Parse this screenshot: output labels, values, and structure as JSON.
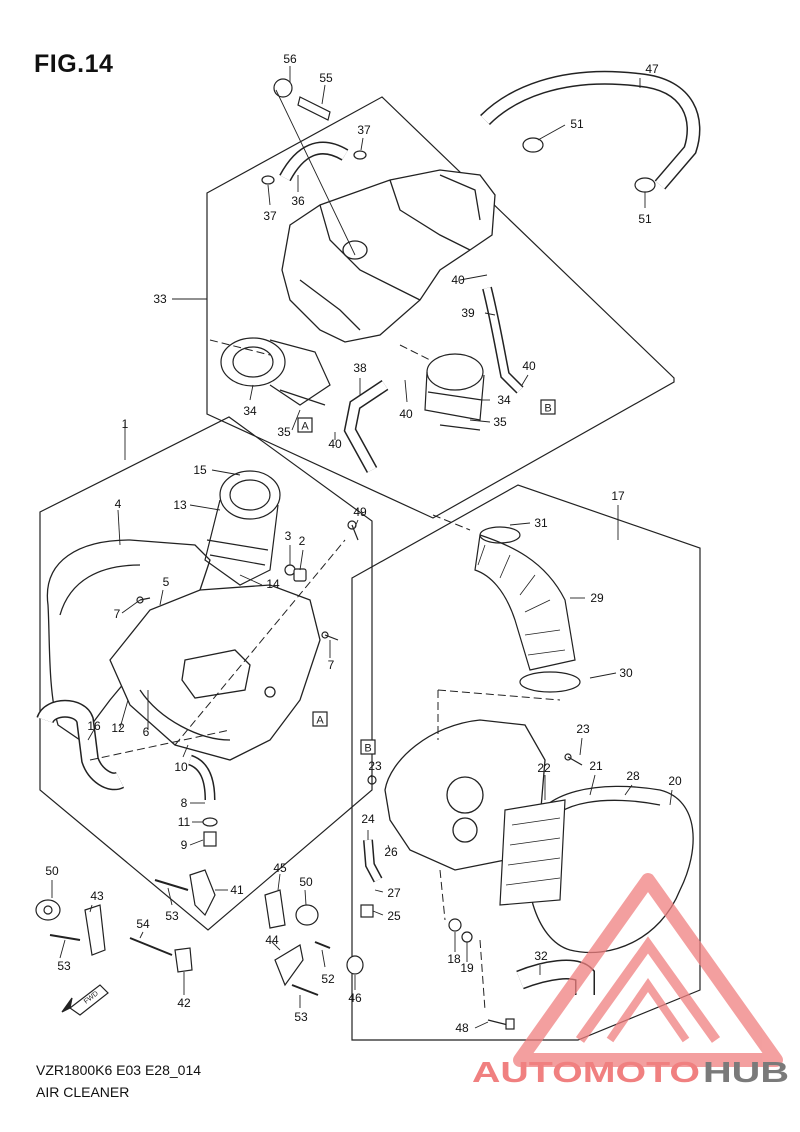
{
  "figure": {
    "title": "FIG.14",
    "code": "VZR1800K6 E03 E28_014",
    "name": "AIR CLEANER"
  },
  "watermark": {
    "part1": "AUTOMOTO",
    "part2": "HUB",
    "color1": "#f08080",
    "color2": "#7a7a7a"
  },
  "references": {
    "a": "A",
    "b": "B"
  },
  "fwd_label": "FWD",
  "callouts": {
    "p1": "1",
    "p2": "2",
    "p3": "3",
    "p4": "4",
    "p5": "5",
    "p6": "6",
    "p7a": "7",
    "p7b": "7",
    "p8": "8",
    "p9": "9",
    "p10": "10",
    "p11": "11",
    "p12": "12",
    "p13": "13",
    "p14": "14",
    "p15": "15",
    "p16": "16",
    "p17": "17",
    "p18": "18",
    "p19": "19",
    "p20": "20",
    "p21": "21",
    "p22": "22",
    "p23a": "23",
    "p23b": "23",
    "p24": "24",
    "p25": "25",
    "p26": "26",
    "p27": "27",
    "p28": "28",
    "p29": "29",
    "p30": "30",
    "p31": "31",
    "p32": "32",
    "p33": "33",
    "p34a": "34",
    "p34b": "34",
    "p35a": "35",
    "p35b": "35",
    "p36": "36",
    "p37a": "37",
    "p37b": "37",
    "p38": "38",
    "p39": "39",
    "p40a": "40",
    "p40b": "40",
    "p40c": "40",
    "p40d": "40",
    "p41": "41",
    "p42": "42",
    "p43": "43",
    "p44": "44",
    "p45": "45",
    "p46": "46",
    "p47": "47",
    "p48": "48",
    "p49": "49",
    "p50a": "50",
    "p50b": "50",
    "p51a": "51",
    "p51b": "51",
    "p52": "52",
    "p53a": "53",
    "p53b": "53",
    "p53c": "53",
    "p54": "54",
    "p55": "55",
    "p56": "56"
  }
}
